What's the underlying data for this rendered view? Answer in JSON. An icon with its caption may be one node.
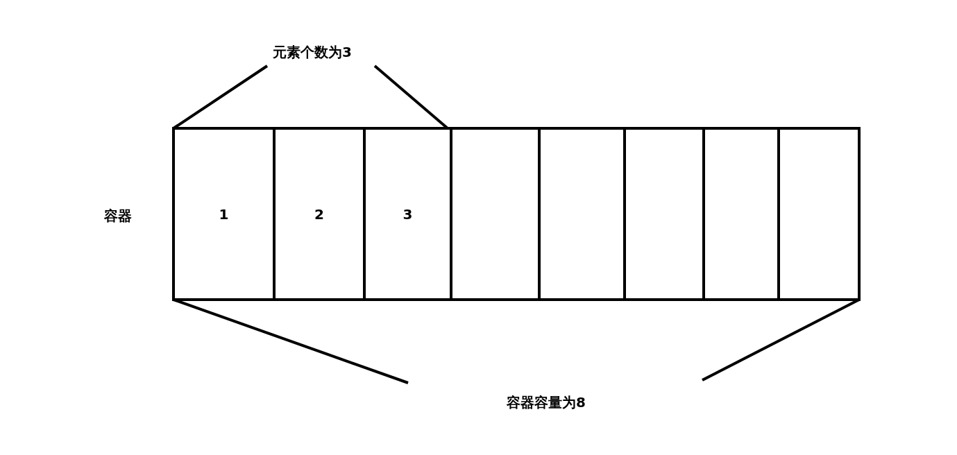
{
  "diagram": {
    "nodes": [
      {
        "text": [],
        "shape": "box"
      },
      {
        "text": [
          "1"
        ],
        "in": 0
      },
      {
        "text": [
          "2"
        ],
        "in": 0
      },
      {
        "text": [
          "3"
        ],
        "in": 0
      },
      {
        "text": [],
        "shape": "box",
        "in": 0
      },
      {
        "text": [],
        "shape": "box",
        "in": 0
      },
      {
        "text": [],
        "shape": "box",
        "in": 0
      },
      {
        "text": [],
        "shape": "box",
        "in": 0
      },
      {
        "text": [],
        "shape": "box",
        "in": 0
      }
    ],
    "labels": [
      "元素个数为3",
      "容器",
      "容器容量为8"
    ]
  }
}
